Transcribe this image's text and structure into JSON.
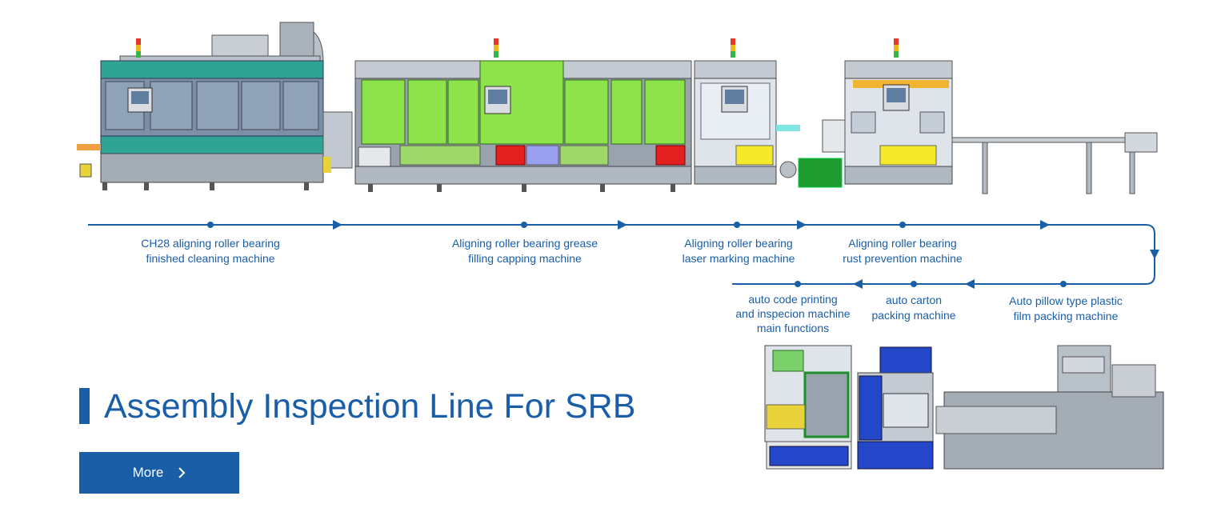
{
  "title": "Assembly Inspection Line For SRB",
  "more_button": {
    "label": "More",
    "icon": "chevron-right-icon"
  },
  "colors": {
    "accent": "#1a5ea8",
    "machine_gray": "#9aa3ad",
    "guard_green": "#8fe34a",
    "teal": "#2fa394"
  },
  "flow": {
    "top_row": [
      {
        "line1": "CH28 aligning roller bearing",
        "line2": "finished cleaning machine"
      },
      {
        "line1": "Aligning roller bearing grease",
        "line2": "filling capping machine"
      },
      {
        "line1": "Aligning roller bearing",
        "line2": "laser marking machine"
      },
      {
        "line1": "Aligning roller bearing",
        "line2": "rust prevention machine"
      }
    ],
    "bottom_row": [
      {
        "line1": "Auto pillow type plastic",
        "line2": "film packing machine"
      },
      {
        "line1": "auto carton",
        "line2": "packing machine"
      },
      {
        "line1": "auto code printing",
        "line2": "and inspecion machine",
        "line3": "main functions"
      }
    ]
  }
}
